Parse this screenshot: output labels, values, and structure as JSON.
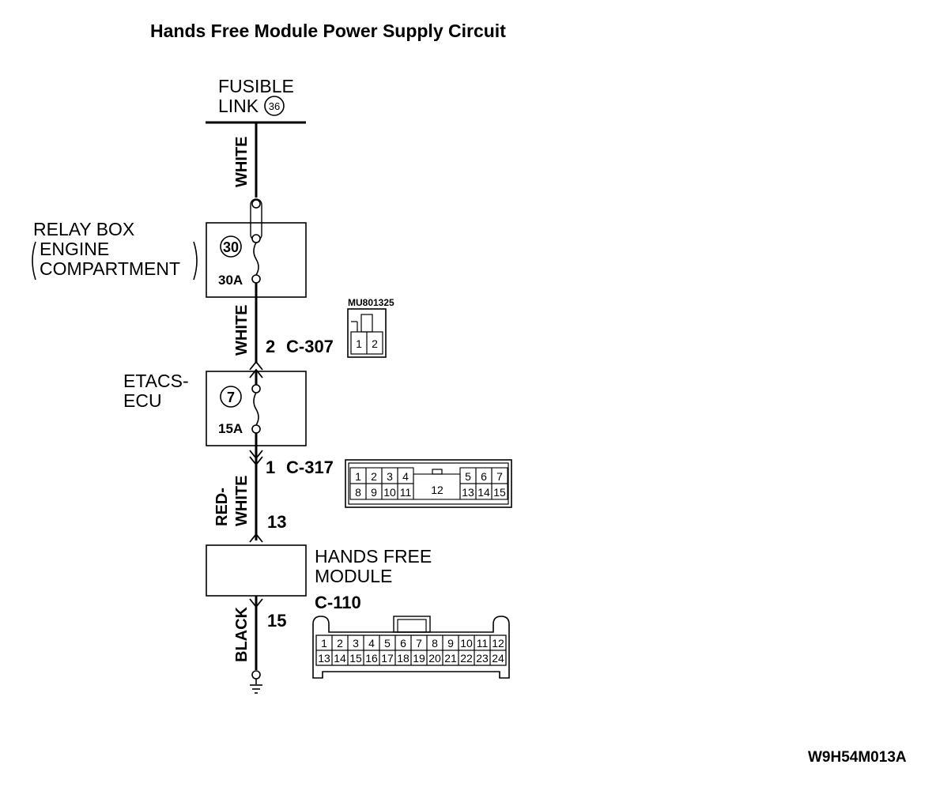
{
  "title": "Hands Free Module Power Supply Circuit",
  "fusible_link": {
    "line1": "FUSIBLE",
    "line2": "LINK",
    "number": "36"
  },
  "relay_box": {
    "line1": "RELAY BOX",
    "line2": "ENGINE",
    "line3": "COMPARTMENT",
    "fuse_number": "30",
    "fuse_rating": "30A"
  },
  "etacs": {
    "line1": "ETACS-",
    "line2": "ECU",
    "fuse_number": "7",
    "fuse_rating": "15A"
  },
  "module": {
    "line1": "HANDS FREE",
    "line2": "MODULE"
  },
  "wires": {
    "white1": "WHITE",
    "white2": "WHITE",
    "red_white_1": "RED-",
    "red_white_2": "WHITE",
    "black": "BLACK"
  },
  "connectors": {
    "c307": {
      "pin": "2",
      "name": "C-307",
      "part_no": "MU801325",
      "pins": [
        "1",
        "2"
      ]
    },
    "c317": {
      "pin": "1",
      "name": "C-317",
      "pins_top": [
        "1",
        "2",
        "3",
        "4",
        "5",
        "6",
        "7"
      ],
      "pins_bottom": [
        "8",
        "9",
        "10",
        "11",
        "13",
        "14",
        "15"
      ],
      "pin_center": "12"
    },
    "module_in_pin": "13",
    "c110": {
      "pin": "15",
      "name": "C-110",
      "pins_top": [
        "1",
        "2",
        "3",
        "4",
        "5",
        "6",
        "7",
        "8",
        "9",
        "10",
        "11",
        "12"
      ],
      "pins_bottom": [
        "13",
        "14",
        "15",
        "16",
        "17",
        "18",
        "19",
        "20",
        "21",
        "22",
        "23",
        "24"
      ]
    }
  },
  "figure_code": "W9H54M013A"
}
